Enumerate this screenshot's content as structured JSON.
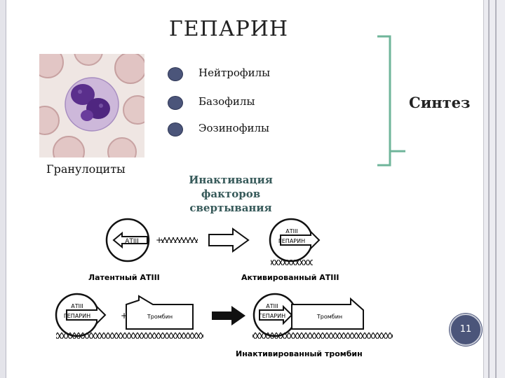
{
  "slide": {
    "title": "ГЕПАРИН",
    "photo_caption": "Гранулоциты",
    "cells": [
      {
        "label": "Нейтрофилы"
      },
      {
        "label": "Базофилы"
      },
      {
        "label": "Эозинофилы"
      }
    ],
    "synthesis_label": "Синтез",
    "inactivation_lines": [
      "Инактивация",
      "факторов",
      "свертывания"
    ],
    "page_number": "11"
  },
  "scheme": {
    "atiii": "АТIII",
    "heparin": "ГЕПАРИН",
    "thrombin": "Тромбин",
    "plus": "+",
    "latent_caption": "Латентный АТIII",
    "activated_caption": "Активированный АТIII",
    "inactivated_caption": "Инактивированный тромбин"
  },
  "colors": {
    "bullet": "#4b557a",
    "bracket": "#6fb59a",
    "inactivation_text": "#375a5a",
    "badge": "#4b557a"
  }
}
